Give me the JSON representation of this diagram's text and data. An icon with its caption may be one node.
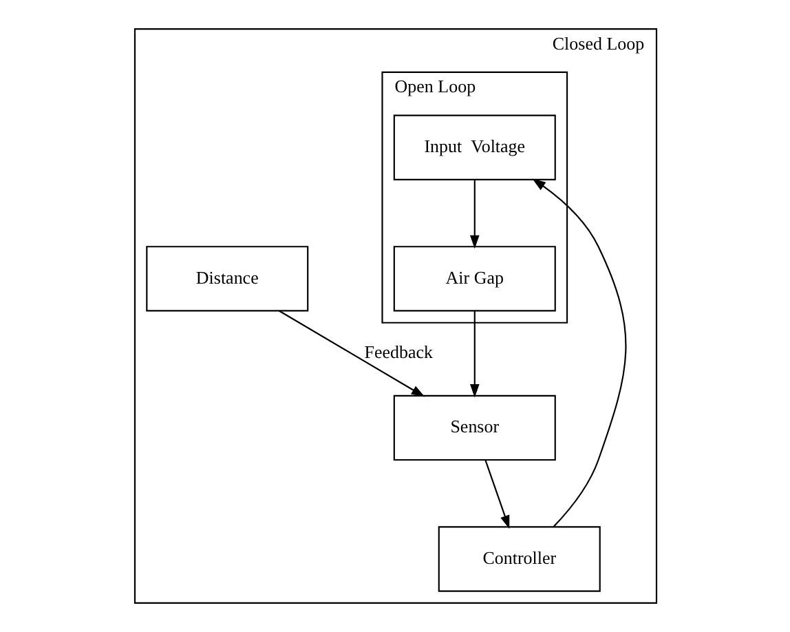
{
  "diagram": {
    "nodes": [
      {
        "text": [
          "Closed Loop"
        ]
      },
      {
        "text": [
          "Open Loop"
        ],
        "in": 0
      },
      {
        "text": [
          "Input  Voltage"
        ],
        "in": 1
      },
      {
        "text": [
          "Air Gap"
        ],
        "in": 1
      },
      {
        "text": [
          "Controller"
        ],
        "in": 0
      },
      {
        "text": [
          "Sensor"
        ],
        "in": 0
      },
      {
        "text": [
          "Distance"
        ],
        "in": 0
      }
    ],
    "edges": [
      {
        "from": 4,
        "to": 2,
        "arrow": "to"
      },
      {
        "from": 2,
        "to": 3,
        "arrow": "to"
      },
      {
        "from": 3,
        "to": 5,
        "arrow": "to"
      },
      {
        "from": 5,
        "to": 4,
        "arrow": "to"
      },
      {
        "from": 6,
        "to": 5,
        "arrow": "to",
        "label": "Feedback"
      }
    ]
  }
}
